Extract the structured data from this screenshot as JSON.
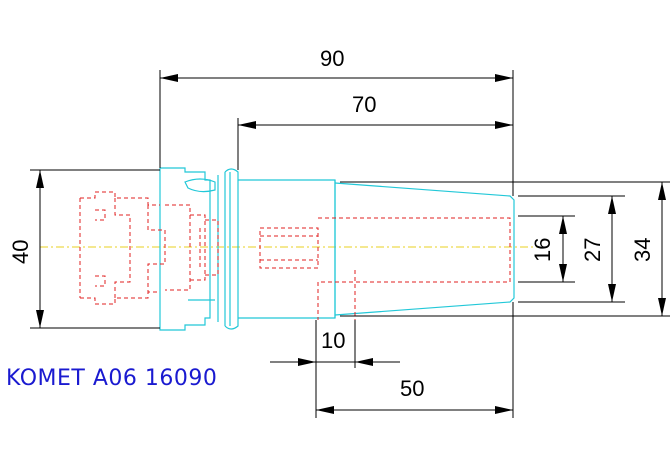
{
  "drawing": {
    "caption": "KOMET A06 16090",
    "dimensions": {
      "d90": "90",
      "d70": "70",
      "d40": "40",
      "d16": "16",
      "d27": "27",
      "d34": "34",
      "d10": "10",
      "d50": "50"
    },
    "colors": {
      "outline": "#22c8d8",
      "hidden": "#e02020",
      "centerline": "#e8d020",
      "dimension": "#000000",
      "caption": "#1a1ad0"
    }
  }
}
